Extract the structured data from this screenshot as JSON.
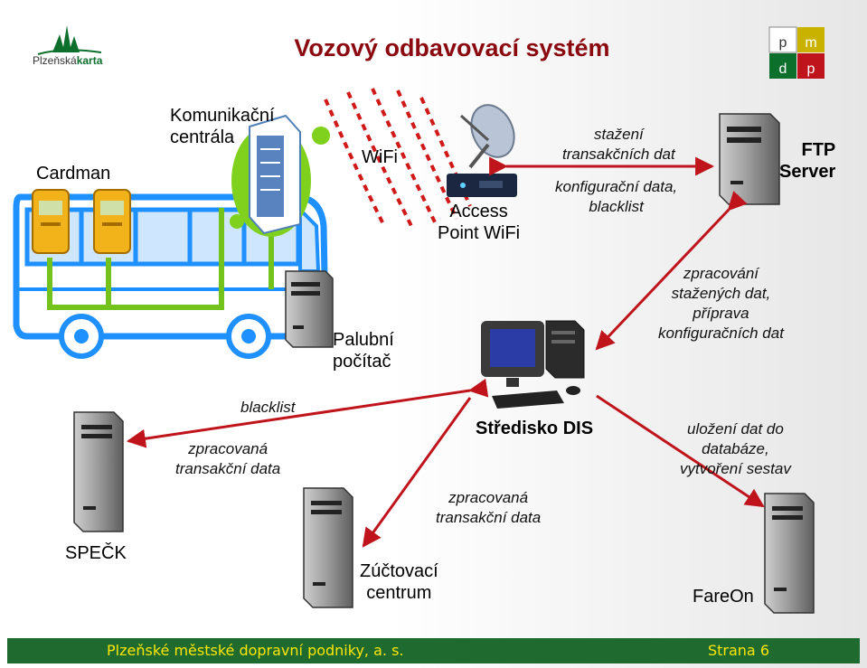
{
  "title": "Vozový odbavovací systém",
  "logo": {
    "text_a": "Plzeňská",
    "text_b": "karta"
  },
  "pmdp_logo": {
    "p1": "p",
    "m": "m",
    "d": "d",
    "p2": "p"
  },
  "labels": {
    "cardman": "Cardman",
    "komunikacni": "Komunikační\ncentrála",
    "wifi": "WiFi",
    "access_point": "Access\nPoint WiFi",
    "stazeni": "stažení\ntransakčních dat",
    "konfiguracni": "konfigurační data,\nblacklist",
    "ftp": "FTP\nServer",
    "zpracovani": "zpracování\nstažených dat,\npříprava\nkonfiguračních dat",
    "palubni": "Palubní\npočítač",
    "blacklist": "blacklist",
    "zpracovana1": "zpracovaná\ntransakční data",
    "stredisko": "Středisko DIS",
    "ulozeni": "uložení dat do\ndatabáze,\nvytvoření sestav",
    "zpracovana2": "zpracovaná\ntransakční data",
    "specek": "SPEČK",
    "zuctovaci": "Zúčtovací\ncentrum",
    "fareon": "FareOn"
  },
  "footer": {
    "left": "Plzeňské městské dopravní podniky, a. s.",
    "right": "Strana 6"
  },
  "colors": {
    "title": "#8b0a10",
    "arrow": "#c0141c",
    "footer_bg": "#1f6a2e",
    "footer_text": "#ffe600",
    "bus": "#1e90ff"
  }
}
